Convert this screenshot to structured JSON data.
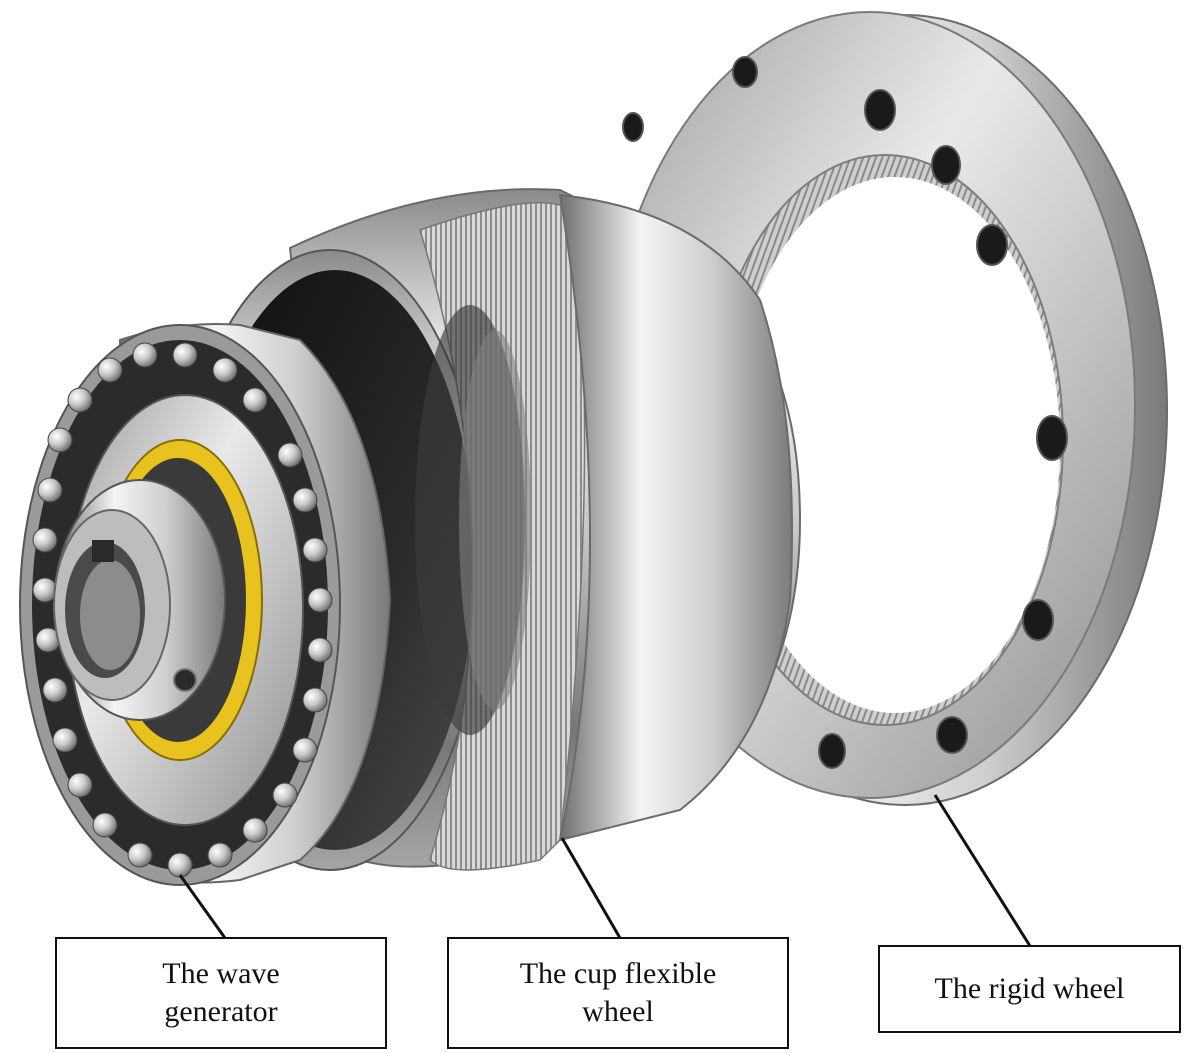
{
  "labels": {
    "wave_generator": "The wave\ngenerator",
    "cup_flexible_wheel": "The cup flexible\nwheel",
    "rigid_wheel": "The rigid wheel"
  },
  "colors": {
    "steel_light": "#f2f2f2",
    "steel_mid": "#b5b5b5",
    "steel_dark": "#5a5a5a",
    "interior_dark": "#1c1c1c",
    "bearing_yellow": "#e8c21e",
    "line": "#111111"
  }
}
